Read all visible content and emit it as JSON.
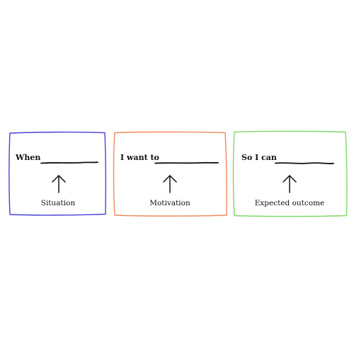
{
  "cards": [
    {
      "prompt": "When",
      "caption": "Situation",
      "color": "#4a3fd9"
    },
    {
      "prompt": "I want to",
      "caption": "Motivation",
      "color": "#ef8a5f"
    },
    {
      "prompt": "So I can",
      "caption": "Expected outcome",
      "color": "#7ed86a"
    }
  ],
  "icons": {
    "pointer": "up-arrow-icon",
    "blank": "blank-line"
  }
}
